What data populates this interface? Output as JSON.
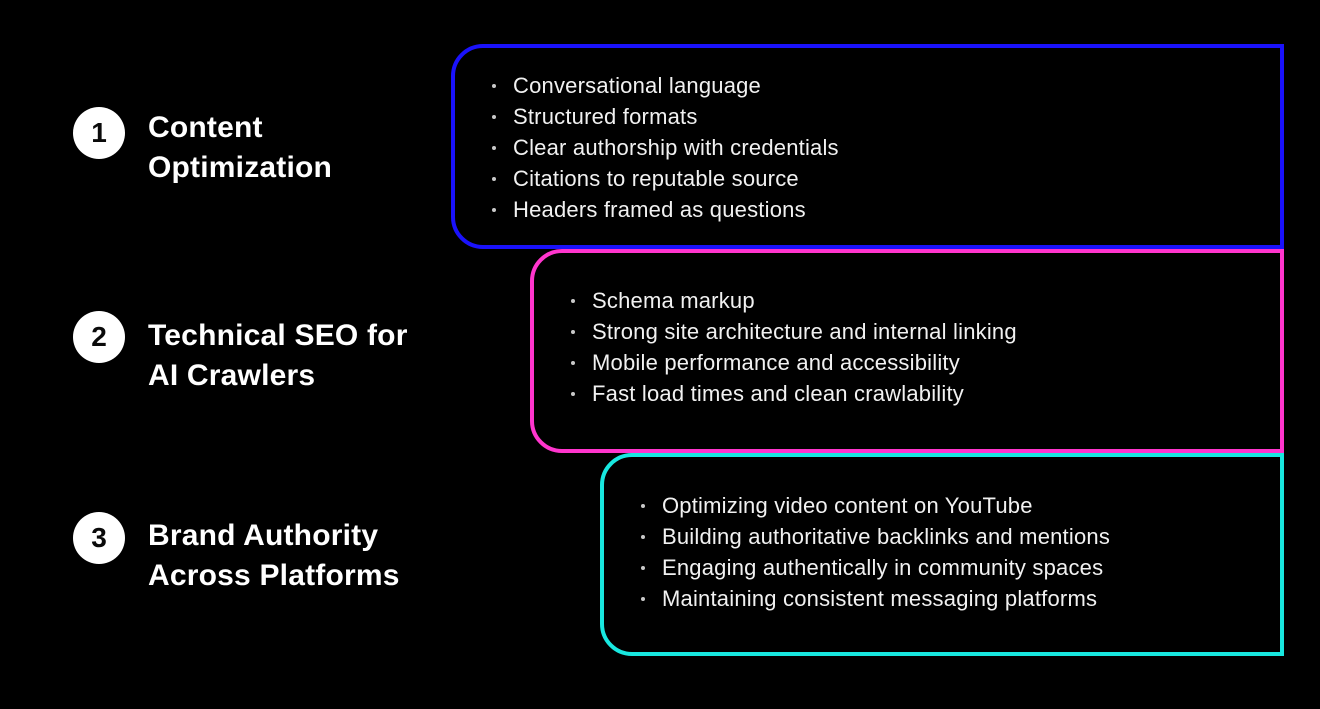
{
  "page": {
    "background_color": "#000000",
    "text_color": "#ffffff"
  },
  "sections": [
    {
      "number": "1",
      "heading": {
        "line1": "Content",
        "line2": "Optimization"
      },
      "accent_color": "#1a12fb",
      "items": [
        "Conversational language",
        "Structured formats",
        "Clear authorship with credentials",
        "Citations to reputable source",
        "Headers framed as questions"
      ]
    },
    {
      "number": "2",
      "heading": {
        "line1": "Technical SEO for",
        "line2": "AI Crawlers"
      },
      "accent_color": "#ff35cd",
      "items": [
        "Schema markup",
        "Strong site architecture and internal linking",
        "Mobile performance and accessibility",
        "Fast load times and clean crawlability"
      ]
    },
    {
      "number": "3",
      "heading": {
        "line1": "Brand Authority",
        "line2": "Across Platforms"
      },
      "accent_color": "#18e8e0",
      "items": [
        "Optimizing video content on YouTube",
        "Building authoritative backlinks and mentions",
        "Engaging authentically in community spaces",
        "Maintaining consistent messaging platforms"
      ]
    }
  ]
}
